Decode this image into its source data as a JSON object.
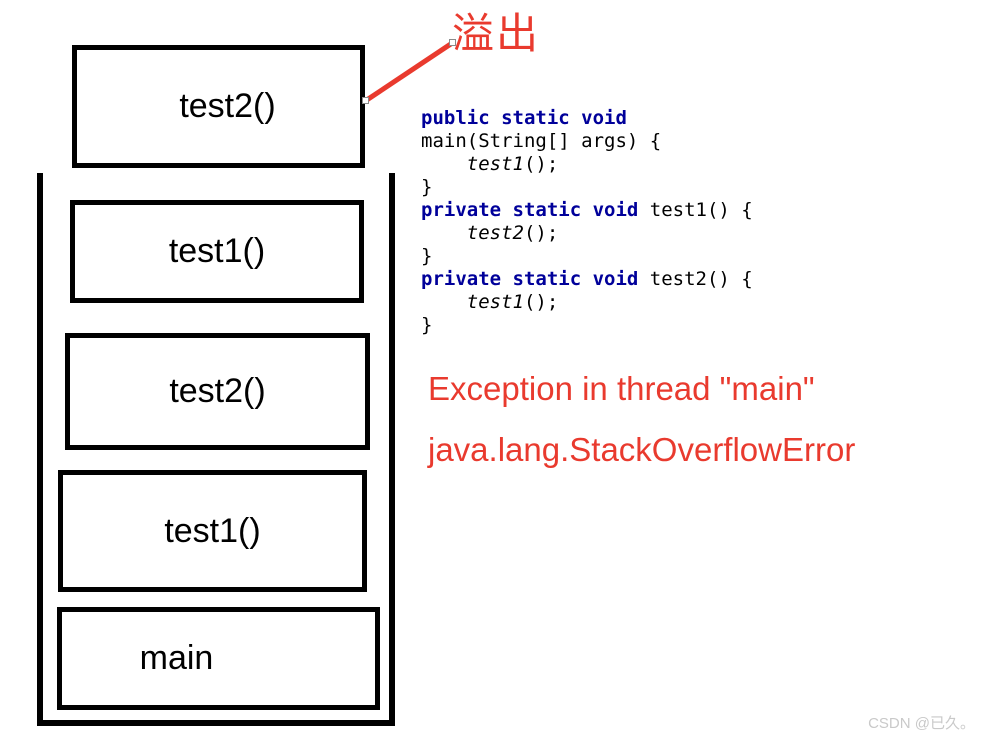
{
  "diagram": {
    "overflow_label": "溢出",
    "frames": [
      {
        "label": "test2()",
        "position": "overflowed-above-stack"
      },
      {
        "label": "test1()"
      },
      {
        "label": "test2()"
      },
      {
        "label": "test1()"
      },
      {
        "label": "main"
      }
    ]
  },
  "code": {
    "lines": [
      [
        {
          "s": "kw",
          "t": "public static void"
        }
      ],
      [
        {
          "s": "p",
          "t": "main(String[] args) {"
        }
      ],
      [
        {
          "s": "p",
          "t": "    "
        },
        {
          "s": "call",
          "t": "test1"
        },
        {
          "s": "p",
          "t": "();"
        }
      ],
      [
        {
          "s": "p",
          "t": "}"
        }
      ],
      [
        {
          "s": "kw",
          "t": "private static void"
        },
        {
          "s": "p",
          "t": " test1() {"
        }
      ],
      [
        {
          "s": "p",
          "t": "    "
        },
        {
          "s": "call",
          "t": "test2"
        },
        {
          "s": "p",
          "t": "();"
        }
      ],
      [
        {
          "s": "p",
          "t": "}"
        }
      ],
      [
        {
          "s": "kw",
          "t": "private static void"
        },
        {
          "s": "p",
          "t": " test2() {"
        }
      ],
      [
        {
          "s": "p",
          "t": "    "
        },
        {
          "s": "call",
          "t": "test1"
        },
        {
          "s": "p",
          "t": "();"
        }
      ],
      [
        {
          "s": "p",
          "t": "}"
        }
      ]
    ]
  },
  "error": {
    "line1": "Exception in thread \"main\"",
    "line2": "java.lang.StackOverflowError"
  },
  "watermark": "CSDN @已久。",
  "colors": {
    "red": "#e93a2e",
    "keyword_blue": "#00009a",
    "box_border": "#000000",
    "watermark_gray": "#c9c9c9"
  }
}
